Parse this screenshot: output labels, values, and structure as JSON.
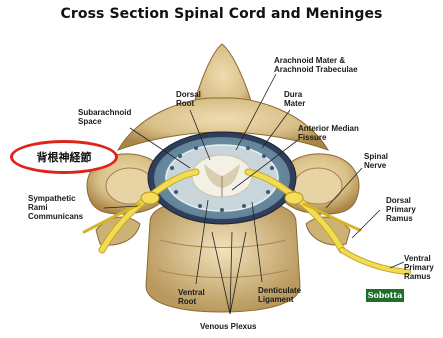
{
  "title": "Cross Section Spinal Cord and Meninges",
  "callout": "背根神経節",
  "logo": "Sobotta",
  "labels": {
    "arachnoid": [
      "Arachnoid Mater &",
      "Arachnoid Trabeculae"
    ],
    "dorsal_root": [
      "Dorsal",
      "Root"
    ],
    "dura": [
      "Dura",
      "Mater"
    ],
    "subarachnoid": [
      "Subarachnoid",
      "Space"
    ],
    "anterior_fissure": [
      "Anterior Median",
      "Fissure"
    ],
    "spinal_nerve": [
      "Spinal",
      "Nerve"
    ],
    "sympathetic": [
      "Sympathetic",
      "Rami",
      "Communicans"
    ],
    "dorsal_ramus": [
      "Dorsal",
      "Primary",
      "Ramus"
    ],
    "ventral_ramus": [
      "Ventral",
      "Primary",
      "Ramus"
    ],
    "ventral_root": [
      "Ventral",
      "Root"
    ],
    "denticulate": [
      "Denticulate",
      "Ligament"
    ],
    "venous": "Venous Plexus"
  },
  "colors": {
    "bone": "#d9c089",
    "bone_dark": "#b89558",
    "nerve": "#e6cf3d",
    "callout_ring": "#e0221c",
    "logo_bg": "#1f6e2c"
  }
}
